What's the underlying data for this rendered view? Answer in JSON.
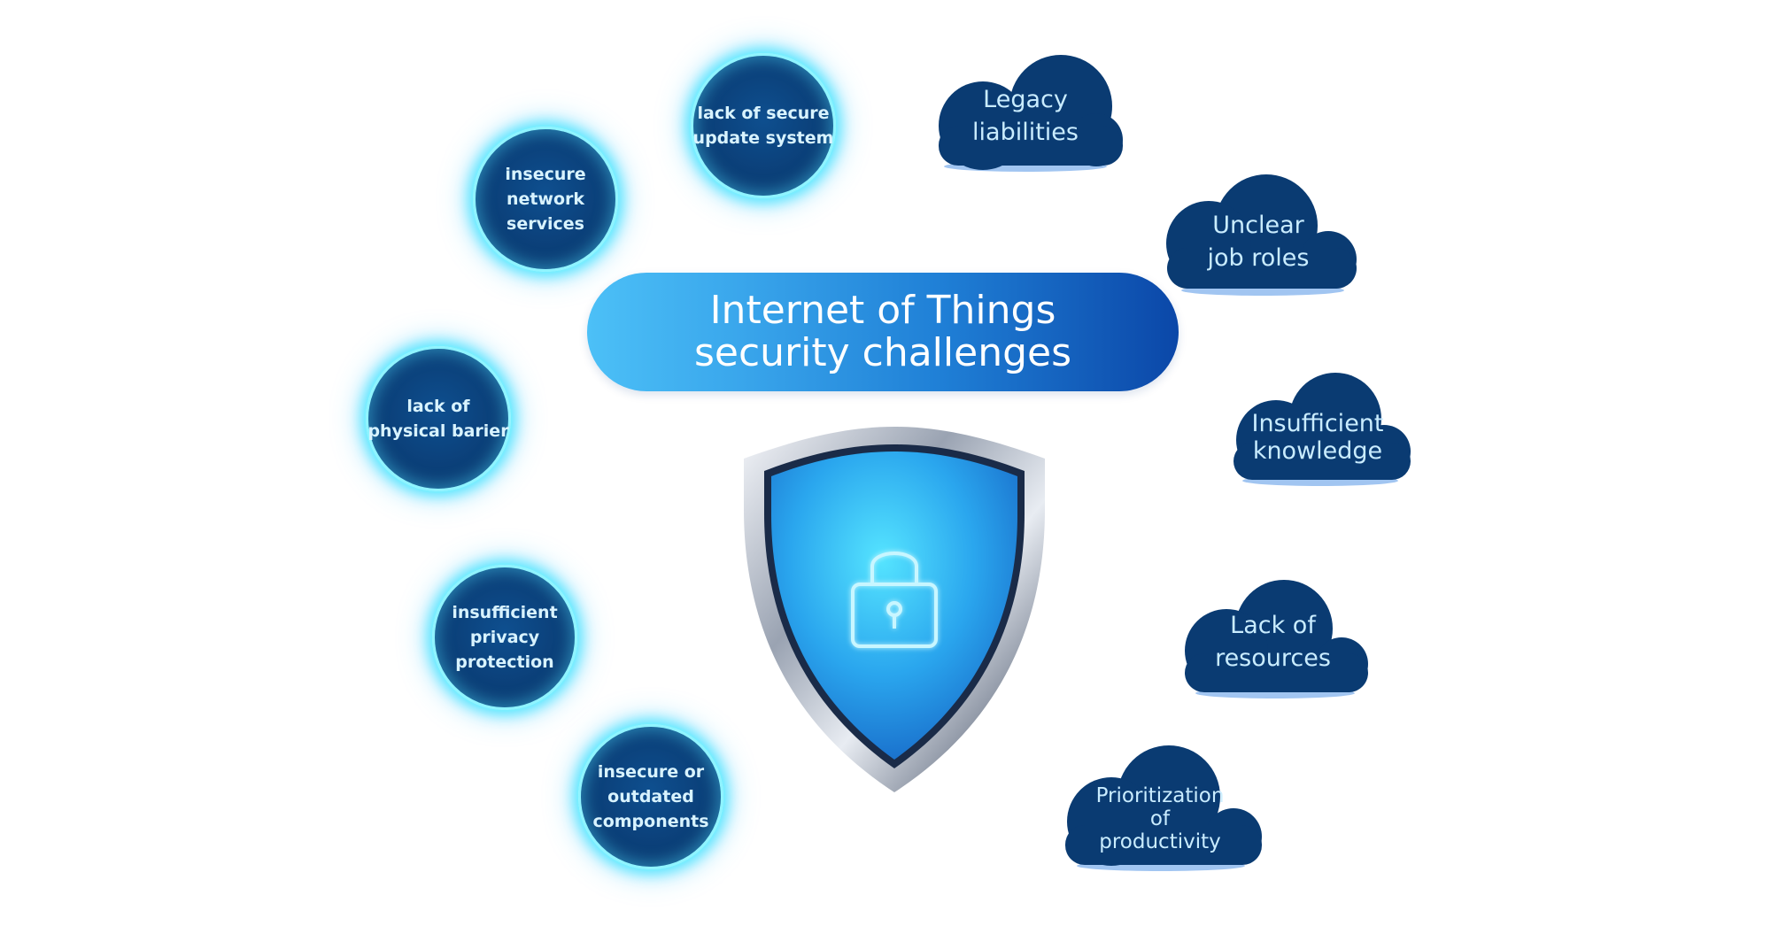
{
  "title": {
    "line1": "Internet of Things",
    "line2": "security challenges"
  },
  "technical_challenges": [
    {
      "lines": [
        "lack of secure",
        "update system"
      ]
    },
    {
      "lines": [
        "insecure",
        "network",
        "services"
      ]
    },
    {
      "lines": [
        "lack of",
        "physical barier"
      ]
    },
    {
      "lines": [
        "insufficient",
        "privacy",
        "protection"
      ]
    },
    {
      "lines": [
        "insecure or",
        "outdated",
        "components"
      ]
    }
  ],
  "organizational_challenges": [
    {
      "lines": [
        "Legacy",
        "liabilities"
      ]
    },
    {
      "lines": [
        "Unclear",
        "job roles"
      ]
    },
    {
      "lines": [
        "Insufficient",
        "knowledge"
      ]
    },
    {
      "lines": [
        "Lack of",
        "resources"
      ]
    },
    {
      "lines": [
        "Prioritization",
        "of",
        "productivity"
      ]
    }
  ],
  "center_icon": "shield-lock-icon",
  "colors": {
    "navy": "#0b3f78",
    "glow": "#5ce6ff",
    "title_start": "#4cc0f7",
    "title_end": "#0b47a8",
    "cloud": "#0a3b72",
    "cloud_text": "#c9ecff"
  }
}
